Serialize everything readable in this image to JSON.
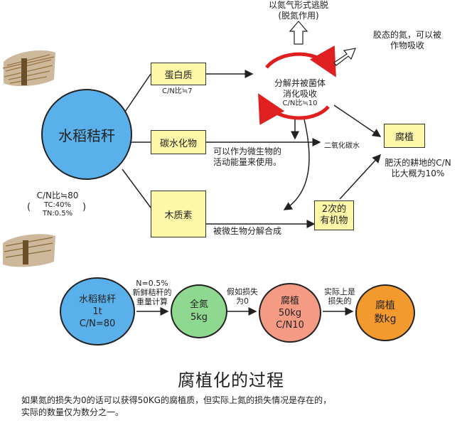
{
  "top_note": {
    "line1": "以氮气形式逃脱",
    "line2": "(脱氮作用)"
  },
  "right_note": {
    "line1": "胶态的氮，可以被",
    "line2": "作物吸收"
  },
  "main_circle": {
    "label": "水稻秸秆"
  },
  "cn_left": {
    "ratio": "C/N比≒80",
    "tc": "TC:40%",
    "tn": "TN:0.5%"
  },
  "boxes": {
    "protein": "蛋白质",
    "protein_cn": "C/N比≒7",
    "carb": "碳水化物",
    "lignin": "木质素",
    "humus": "腐植",
    "secondary_line1": "2次的",
    "secondary_line2": "有机物"
  },
  "decompose": {
    "line1": "分解并被菌体",
    "line2": "消化吸收",
    "cn": "C/N比≒10"
  },
  "carb_note": {
    "line1": "可以作为微生物的",
    "line2": "活动能量来使用。"
  },
  "co2_note": "二氧化碳水",
  "fertile": {
    "line1": "肥沃的耕地的C/N",
    "line2": "比大概为10%"
  },
  "lignin_note": "被微生物分解合成",
  "flow": {
    "c1": {
      "l1": "水稻秸秆",
      "l2": "1t",
      "l3": "C/N=80"
    },
    "a1": {
      "l1": "N=0.5%",
      "l2": "新鲜秸秆的",
      "l3": "重量计算"
    },
    "c2": {
      "l1": "全氮",
      "l2": "5kg"
    },
    "a2": {
      "l1": "假如损失",
      "l2": "为0"
    },
    "c3": {
      "l1": "腐植",
      "l2": "50kg",
      "l3": "C/N10"
    },
    "a3": {
      "l1": "实际上是",
      "l2": "损失的"
    },
    "c4": {
      "l1": "腐植",
      "l2": "数kg"
    }
  },
  "title": "腐植化的过程",
  "caption": {
    "line1": "如果氮的损失为0的话可以获得50KG的腐植质，但实际上氮的损失情况是存在的，",
    "line2": "实际的数量仅为数分之一。"
  },
  "colors": {
    "blue": "#5ab0ea",
    "green": "#8fd88f",
    "salmon": "#f59a83",
    "orange": "#f39a2e",
    "yellow_box": "#fff7a8",
    "red_arrow": "#e02020"
  }
}
